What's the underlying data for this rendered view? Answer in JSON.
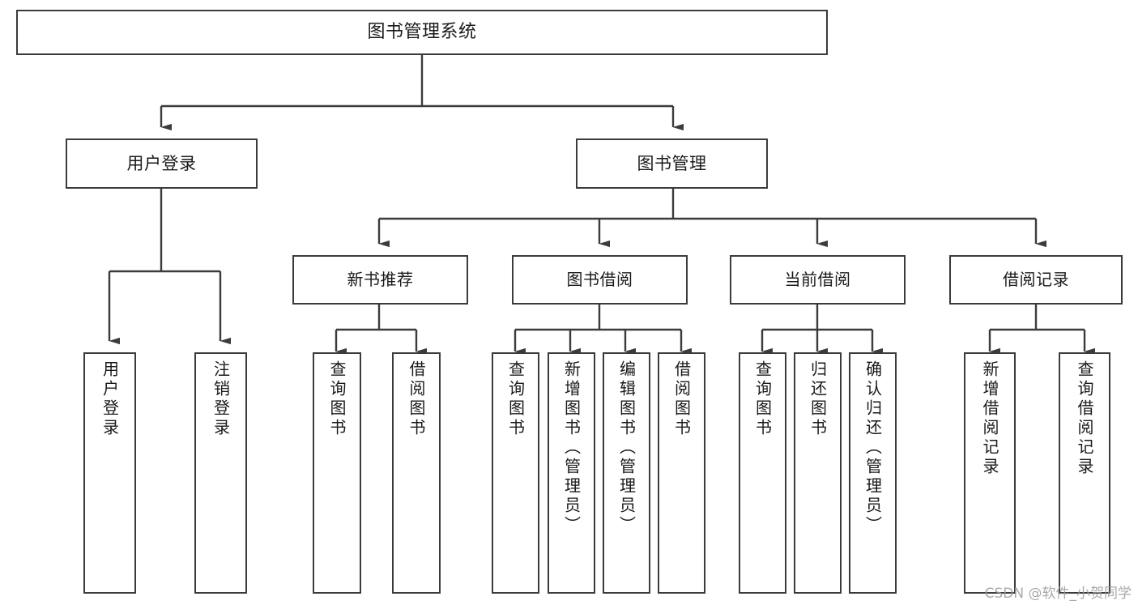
{
  "diagram": {
    "type": "tree",
    "title": "图书管理系统",
    "orientation": "top-down",
    "colors": {
      "stroke": "#3b3b3b",
      "node_fill": "#ffffff",
      "text": "#1a1a1a",
      "watermark": "#9a9a9a"
    },
    "root": {
      "label": "图书管理系统"
    },
    "level2": [
      {
        "label": "用户登录"
      },
      {
        "label": "图书管理"
      }
    ],
    "level3": [
      {
        "label": "新书推荐"
      },
      {
        "label": "图书借阅"
      },
      {
        "label": "当前借阅"
      },
      {
        "label": "借阅记录"
      }
    ],
    "leaves": {
      "user_login": [
        {
          "label": "用户登录"
        },
        {
          "label": "注销登录"
        }
      ],
      "new_book": [
        {
          "label": "查询图书"
        },
        {
          "label": "借阅图书"
        }
      ],
      "borrow_book": [
        {
          "label": "查询图书"
        },
        {
          "label": "新增图书（管理员）"
        },
        {
          "label": "编辑图书（管理员）"
        },
        {
          "label": "借阅图书"
        }
      ],
      "current_borrow": [
        {
          "label": "查询图书"
        },
        {
          "label": "归还图书"
        },
        {
          "label": "确认归还（管理员）"
        }
      ],
      "borrow_record": [
        {
          "label": "新增借阅记录"
        },
        {
          "label": "查询借阅记录"
        }
      ]
    }
  },
  "watermark": {
    "text": "CSDN @软件_小贺同学"
  }
}
